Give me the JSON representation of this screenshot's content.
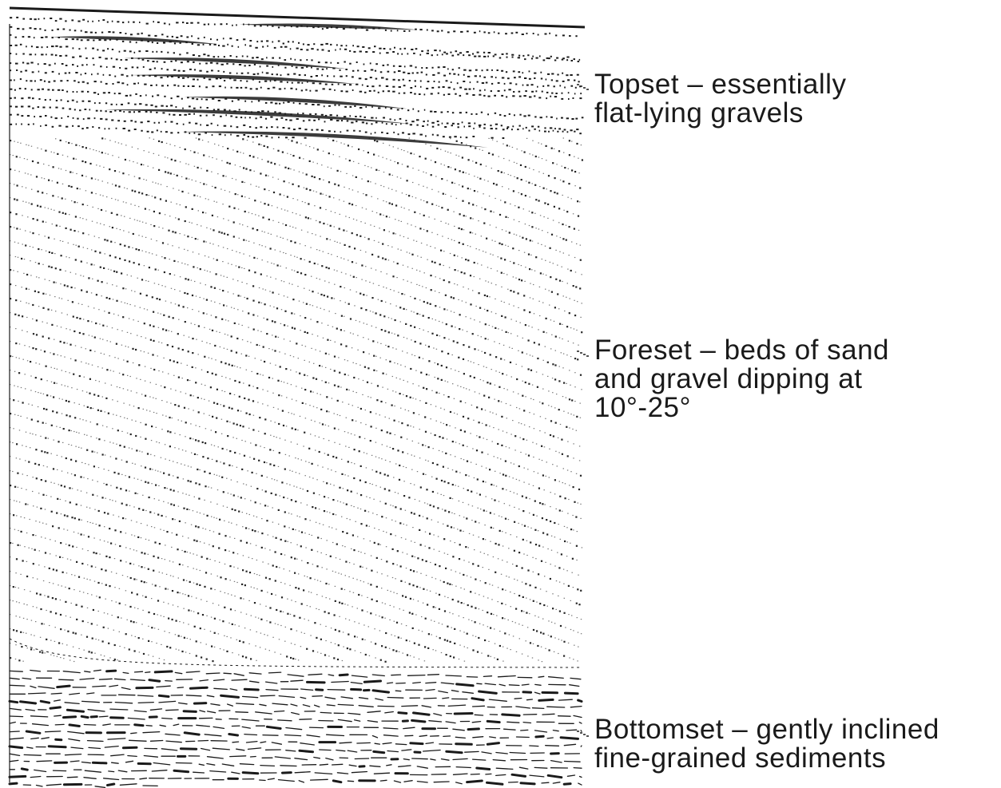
{
  "labels": {
    "topset": {
      "line1": "Topset – essentially",
      "line2": "flat-lying gravels"
    },
    "foreset": {
      "line1": "Foreset – beds of sand",
      "line2": "and gravel dipping at",
      "line3": "10°-25°"
    },
    "bottomset": {
      "line1": "Bottomset – gently inclined",
      "line2": "fine-grained sediments"
    }
  },
  "colors": {
    "ink": "#1a1a1a",
    "background": "#ffffff"
  }
}
